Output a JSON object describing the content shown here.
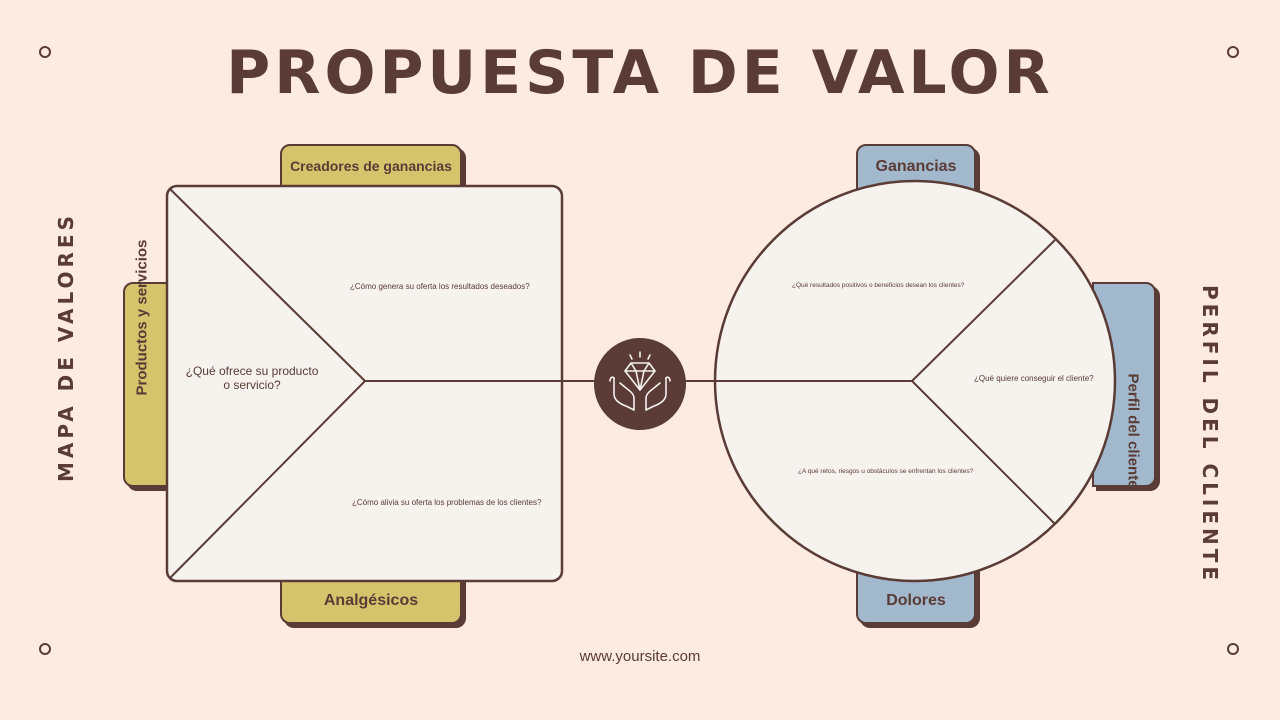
{
  "title": "PROPUESTA DE VALOR",
  "left_side_title": "MAPA DE VALORES",
  "right_side_title": "PERFIL DEL CLIENTE",
  "value_map": {
    "top_tab": "Creadores de ganancias",
    "left_tab": "Productos y servicios",
    "bottom_tab": "Analgésicos",
    "q_products": "¿Qué ofrece su producto o servicio?",
    "q_gain_creators": "¿Cómo genera su oferta los resultados deseados?",
    "q_pain_relievers": "¿Cómo alivia su oferta los problemas de los clientes?"
  },
  "customer_profile": {
    "top_tab": "Ganancias",
    "right_tab": "Perfil del cliente",
    "bottom_tab": "Dolores",
    "q_gains": "¿Qué resultados positivos o beneficios desean los clientes?",
    "q_jobs": "¿Qué quiere conseguir el cliente?",
    "q_pains": "¿A qué retos, riesgos u obstáculos se enfrentan los clientes?"
  },
  "center_icon": "diamond-in-hands-icon",
  "website": "www.yoursite.com",
  "colors": {
    "background": "#fdebe2",
    "primary": "#5a3b35",
    "yellow": "#d6c46c",
    "blue": "#a2b8cc",
    "panel": "#f6f2ee"
  }
}
